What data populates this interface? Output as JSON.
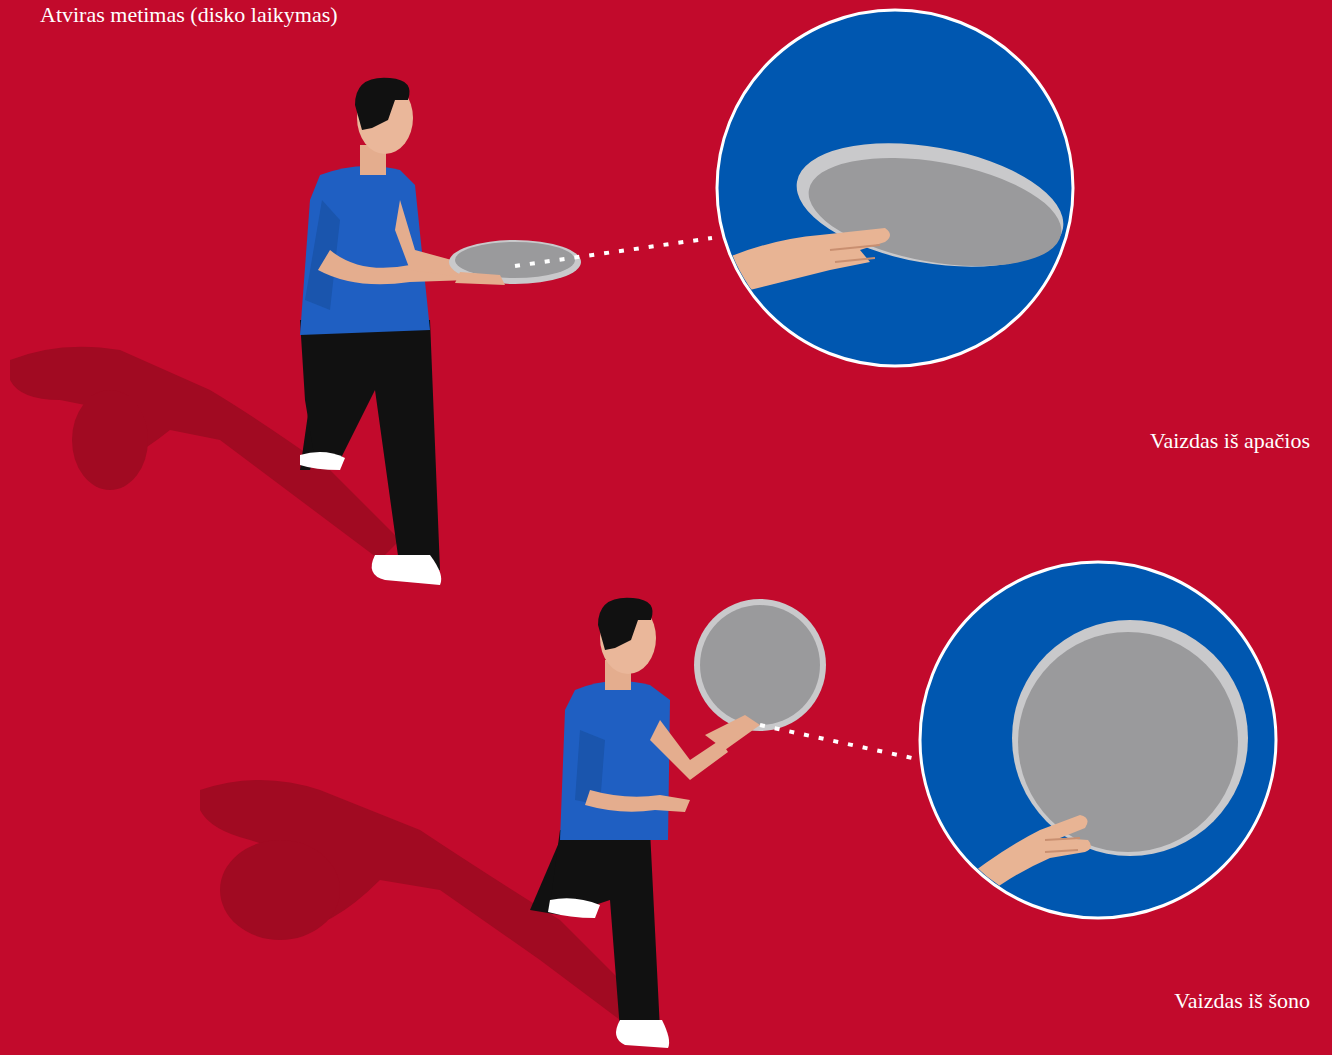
{
  "diagram": {
    "title": "Atviras metimas (disko laikymas)",
    "labels": [
      "Vaizdas iš apačios",
      "Vaizdas iš šono"
    ]
  }
}
